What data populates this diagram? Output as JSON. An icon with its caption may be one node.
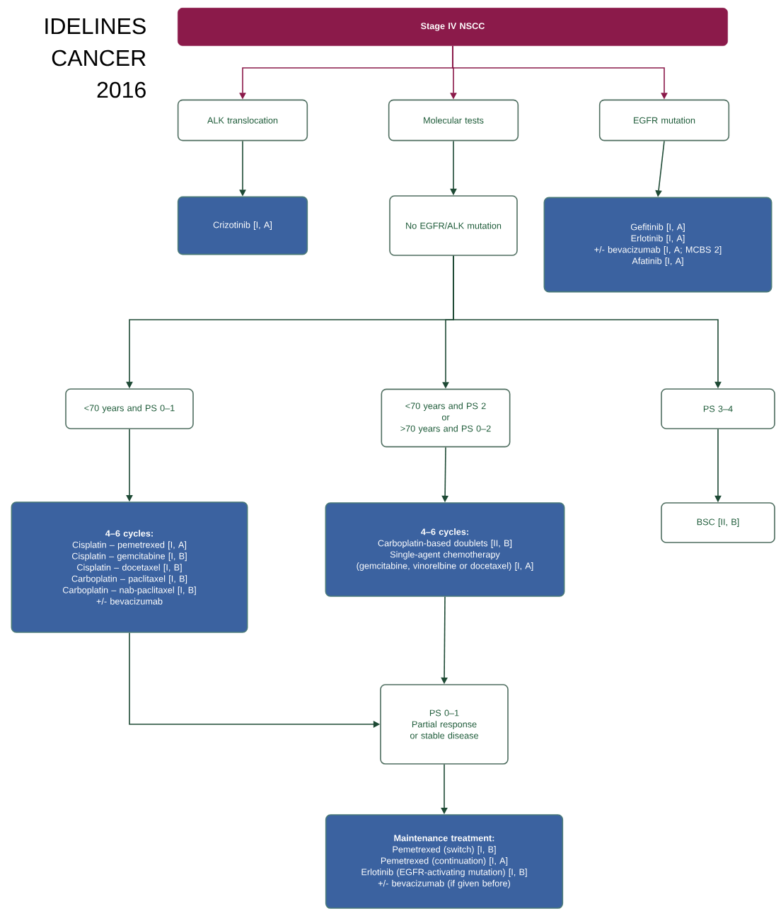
{
  "diagram": {
    "nodes": [
      {
        "text": [
          "Stage IV NSCC"
        ]
      },
      {
        "text": [
          "ALK translocation"
        ]
      },
      {
        "text": [
          "Molecular tests"
        ]
      },
      {
        "text": [
          "EGFR mutation"
        ]
      },
      {
        "text": [
          "Crizotinib [I, A]"
        ]
      },
      {
        "text": [
          "No EGFR/ALK mutation"
        ]
      },
      {
        "text": [
          "Gefitinib [I, A]",
          "Erlotinib [I, A]",
          "+/- bevacizumab [I, A; MCBS 2]",
          "Afatinib [I, A]"
        ]
      },
      {
        "text": [
          "<70 years and PS 0–1"
        ]
      },
      {
        "text": [
          "<70 years and PS 2",
          "or",
          ">70 years and PS 0–2"
        ]
      },
      {
        "text": [
          "PS 3–4"
        ]
      },
      {
        "text": [
          "4–6 cycles:",
          "Cisplatin – pemetrexed [I, A]",
          "Cisplatin – gemcitabine [I, B]",
          "Cisplatin – docetaxel [I, B]",
          "Carboplatin – paclitaxel [I, B]",
          "Carboplatin – nab-paclitaxel [I, B]",
          "+/- bevacizumab"
        ]
      },
      {
        "text": [
          "4–6 cycles:",
          "Carboplatin-based doublets [II, B]",
          "Single-agent chemotherapy",
          "(gemcitabine, vinorelbine or docetaxel) [I, A]"
        ]
      },
      {
        "text": [
          "BSC [II, B]"
        ]
      },
      {
        "text": [
          "PS 0–1",
          "Partial response or stable disease"
        ]
      },
      {
        "text": [
          "Maintenance treatment:",
          "Pemetrexed (switch) [I, B]",
          "Pemetrexed (continuation) [I, A]",
          "Erlotinib (EGFR-activating mutation) [I, B]",
          "+/- bevacizumab (if given before)"
        ]
      }
    ],
    "edges": [
      {
        "from": 0,
        "to": 1,
        "arrow": "to",
        "color": "#8b1a4a"
      },
      {
        "from": 0,
        "to": 2,
        "arrow": "to",
        "color": "#8b1a4a"
      },
      {
        "from": 0,
        "to": 3,
        "arrow": "to",
        "color": "#8b1a4a"
      },
      {
        "from": 1,
        "to": 4,
        "arrow": "to"
      },
      {
        "from": 2,
        "to": 5,
        "arrow": "to"
      },
      {
        "from": 3,
        "to": 6,
        "arrow": "to"
      },
      {
        "from": 5,
        "to": 7,
        "arrow": "to"
      },
      {
        "from": 5,
        "to": 8,
        "arrow": "to"
      },
      {
        "from": 5,
        "to": 9,
        "arrow": "to"
      },
      {
        "from": 7,
        "to": 10,
        "arrow": "to"
      },
      {
        "from": 8,
        "to": 11,
        "arrow": "to"
      },
      {
        "from": 9,
        "to": 12,
        "arrow": "to"
      },
      {
        "from": 10,
        "to": 13,
        "arrow": "to"
      },
      {
        "from": 11,
        "to": 13,
        "arrow": "to"
      },
      {
        "from": 13,
        "to": 14,
        "arrow": "to"
      }
    ],
    "labels": [
      "IDELINES",
      "CANCER",
      "2016"
    ]
  }
}
